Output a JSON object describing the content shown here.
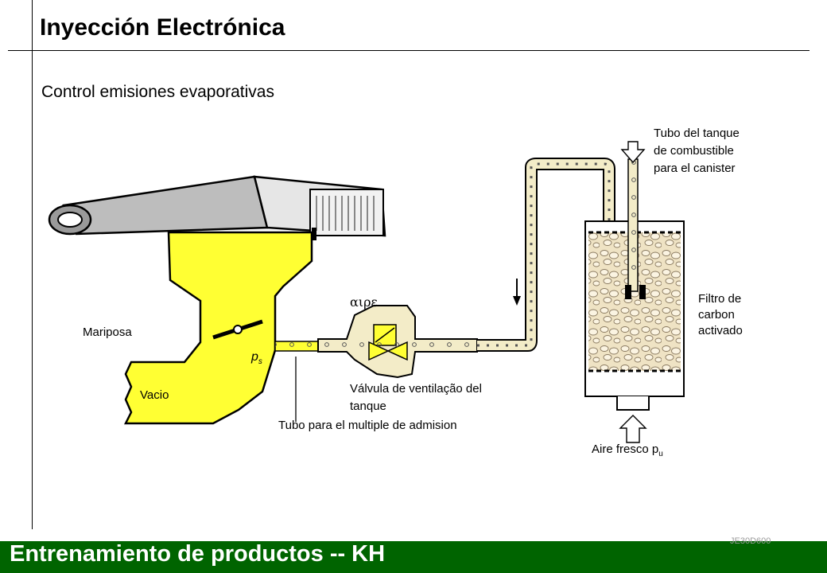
{
  "header": {
    "title": "Inyección Electrónica",
    "subtitle": "Control emisiones evaporativas"
  },
  "diagram": {
    "labels": {
      "tank_tube": [
        "Tubo del tanque",
        "de combustible",
        "para el canister"
      ],
      "carbon_filter": [
        "Filtro de",
        "carbon",
        "activado"
      ],
      "throttle": "Mariposa",
      "vacuum": "Vacio",
      "pressure_symbol": "p",
      "pressure_sub": "s",
      "valve": [
        "Válvula de ventilação del",
        "tanque"
      ],
      "manifold_tube": "Tubo para el multiple de admision",
      "fresh_air": "Aire fresco p",
      "fresh_air_sub": "u",
      "air_greek": "αιρε"
    },
    "colors": {
      "intake_yellow": "#ffff33",
      "hose_fill": "#f3ecc8",
      "carbon_fill": "#efe3c4"
    }
  },
  "footer": {
    "text": "Entrenamiento de productos -- KH",
    "code": "JE30D600"
  }
}
